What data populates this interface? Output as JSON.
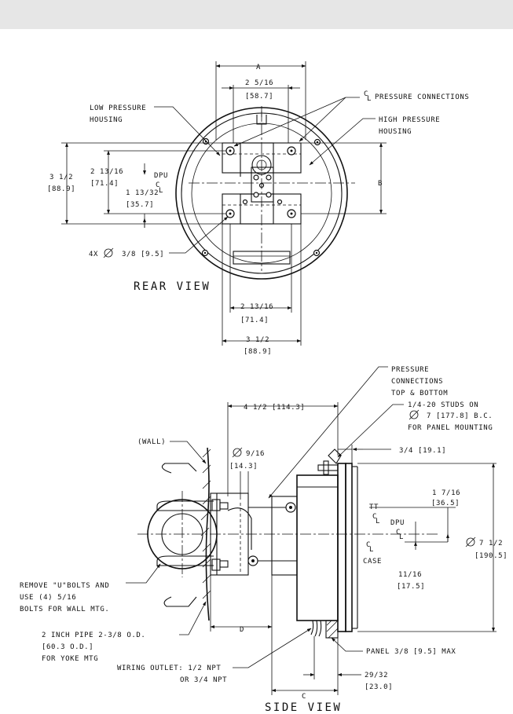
{
  "rear_view": {
    "title": "REAR VIEW",
    "dim_a": "A",
    "dim_top_width": "2 5/16",
    "dim_top_width_mm": "[58.7]",
    "low_pressure_1": "LOW PRESSURE",
    "low_pressure_2": "HOUSING",
    "cl_sym_c": "C",
    "cl_sym_l": "L",
    "pressure_connections": "PRESSURE CONNECTIONS",
    "high_pressure_1": "HIGH PRESSURE",
    "high_pressure_2": "HOUSING",
    "dim_height": "3 1/2",
    "dim_height_mm": "[88.9]",
    "dim_mid": "2 13/16",
    "dim_mid_mm": "[71.4]",
    "dpu": "DPU",
    "dim_small": "1 13/32",
    "dim_small_mm": "[35.7]",
    "dim_b": "B",
    "holes": "4X",
    "hole_dim": "3/8 [9.5]",
    "dim_bottom_inner": "2 13/16",
    "dim_bottom_inner_mm": "[71.4]",
    "dim_bottom_outer": "3 1/2",
    "dim_bottom_outer_mm": "[88.9]"
  },
  "side_view": {
    "title": "SIDE VIEW",
    "pc_1": "PRESSURE",
    "pc_2": "CONNECTIONS",
    "pc_3": "TOP & BOTTOM",
    "studs_1": "1/4-20 STUDS ON",
    "studs_2": "7 [177.8] B.C.",
    "studs_3": "FOR PANEL MOUNTING",
    "dim_depth": "4 1/2 [114.3]",
    "wall": "(WALL)",
    "dia_916": "9/16",
    "dia_916_mm": "[14.3]",
    "dim_34": "3/4 [19.1]",
    "dim_1716": "1 7/16",
    "dim_1716_mm": "[36.5]",
    "tt": "TT",
    "dpu": "DPU",
    "case": "CASE",
    "dia_712": "7 1/2",
    "dia_712_mm": "[190.5]",
    "dim_1116": "11/16",
    "dim_1116_mm": "[17.5]",
    "remove_1": "REMOVE \"U\"BOLTS AND",
    "remove_2": "USE (4) 5/16",
    "remove_3": "BOLTS FOR WALL MTG.",
    "dim_d": "D",
    "pipe_1": "2 INCH PIPE 2-3/8 O.D.",
    "pipe_2": "[60.3 O.D.]",
    "pipe_3": "FOR YOKE MTG",
    "panel": "PANEL 3/8 [9.5] MAX",
    "wiring_1": "WIRING OUTLET: 1/2 NPT",
    "wiring_2": "OR 3/4 NPT",
    "dim_2932": "29/32",
    "dim_2932_mm": "[23.0]",
    "dim_c": "C"
  }
}
